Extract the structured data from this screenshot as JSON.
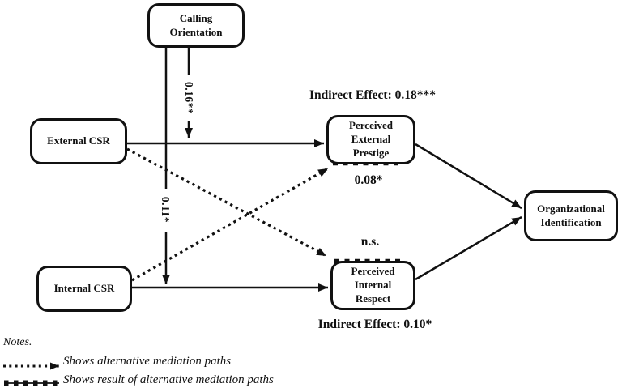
{
  "nodes": {
    "calling_orientation": {
      "label": "Calling\nOrientation"
    },
    "external_csr": {
      "label": "External CSR"
    },
    "internal_csr": {
      "label": "Internal CSR"
    },
    "perceived_external_prestige": {
      "label": "Perceived\nExternal\nPrestige"
    },
    "perceived_internal_respect": {
      "label": "Perceived\nInternal\nRespect"
    },
    "organizational_identification": {
      "label": "Organizational\nIdentification"
    }
  },
  "path_labels": {
    "calling_to_external_path": "0.16**",
    "calling_to_internal_path": "0.11*",
    "indirect_effect_external": "Indirect Effect: 0.18***",
    "alt_result_external": "0.08*",
    "alt_result_internal": "n.s.",
    "indirect_effect_internal": "Indirect Effect: 0.10*"
  },
  "notes": {
    "title": "Notes.",
    "legend": [
      {
        "sample": "dotted-arrow",
        "label": "Shows alternative mediation paths"
      },
      {
        "sample": "square-dash-line",
        "label": "Shows result of alternative mediation paths"
      }
    ]
  },
  "colors": {
    "ink": "#111111",
    "background": "#ffffff"
  }
}
